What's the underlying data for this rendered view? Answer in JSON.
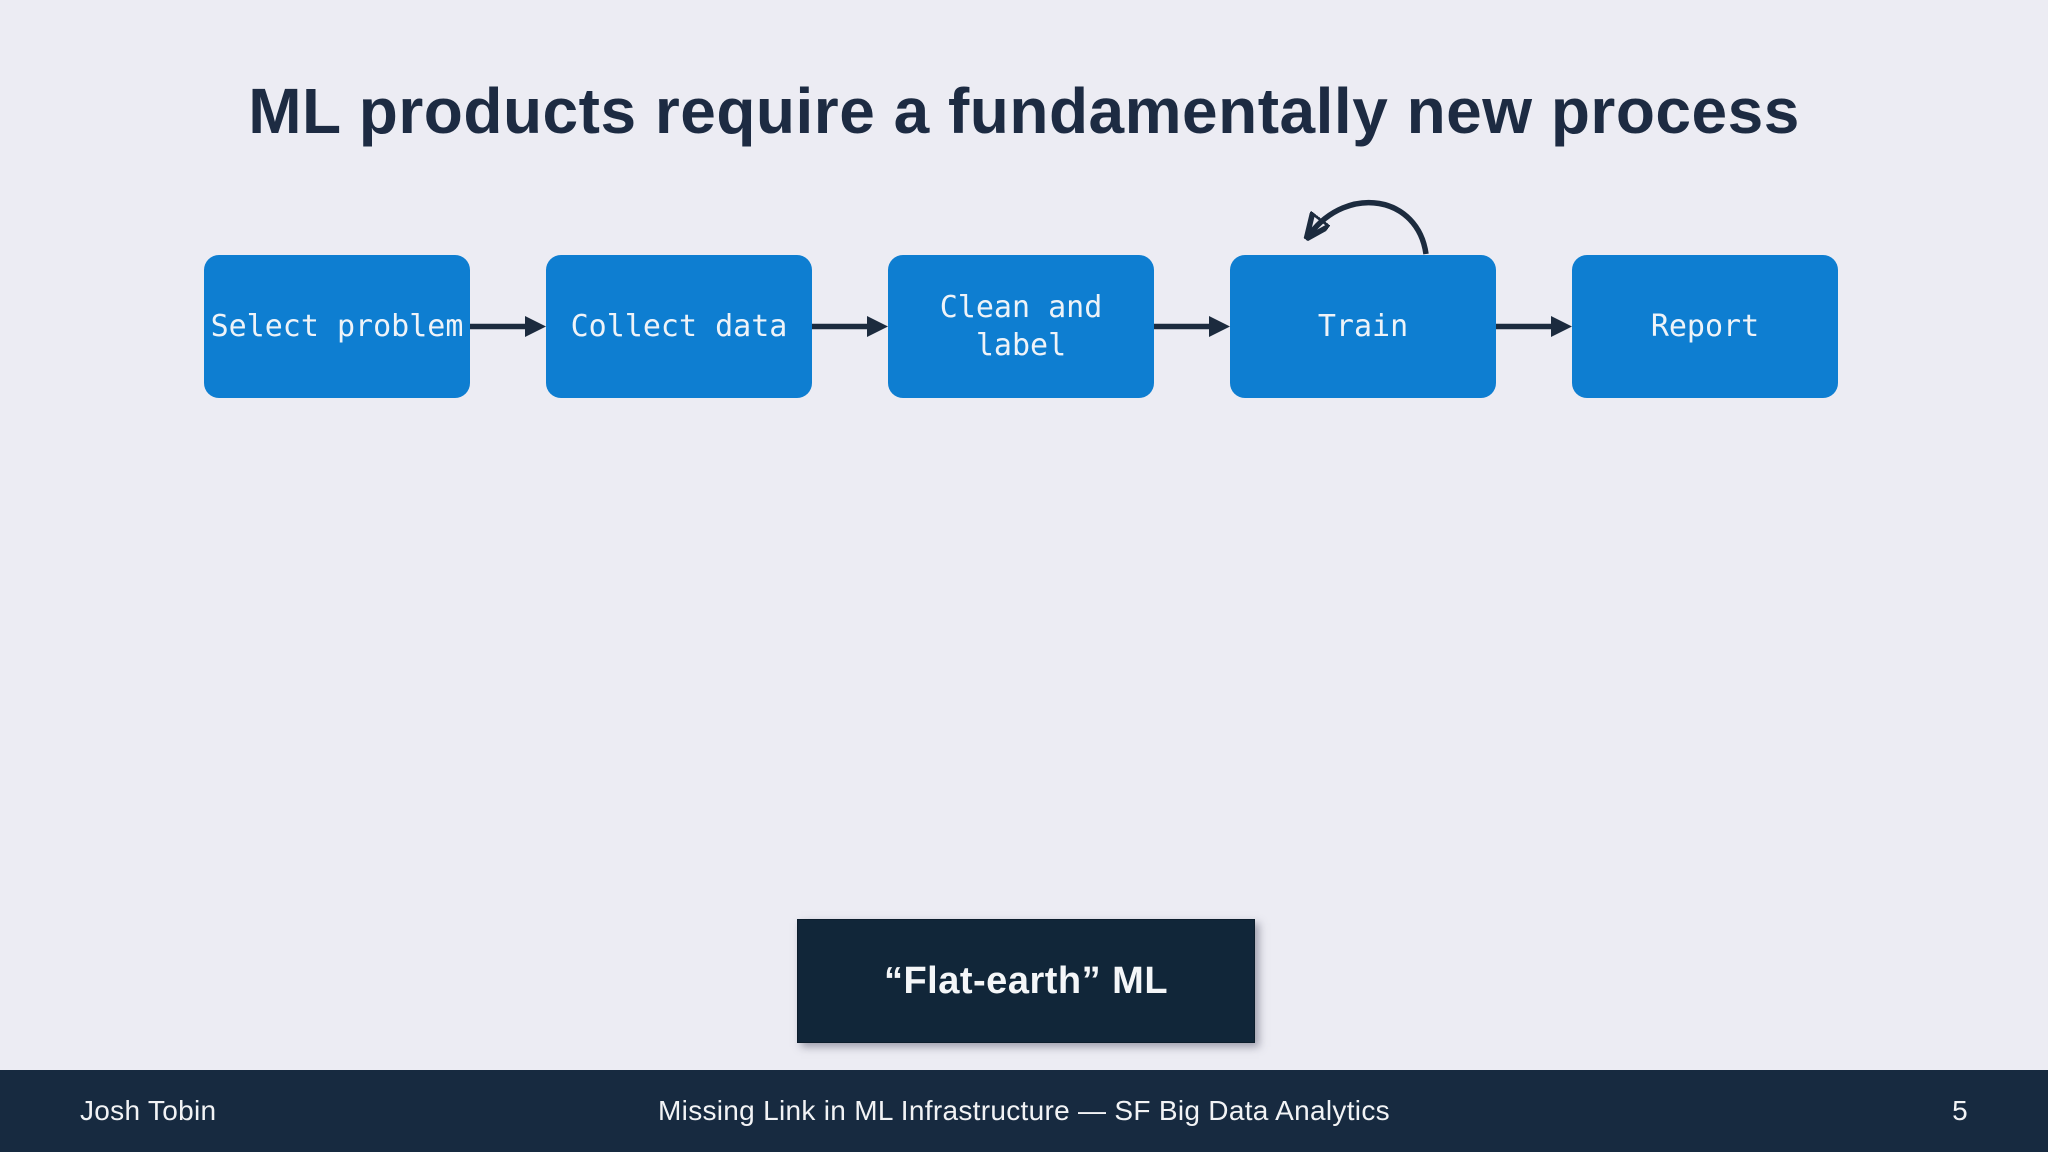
{
  "slide": {
    "title": "ML products require a fundamentally new process",
    "flow": {
      "steps": [
        {
          "label": "Select problem"
        },
        {
          "label": "Collect data"
        },
        {
          "label": "Clean and\nlabel"
        },
        {
          "label": "Train",
          "self_loop": true
        },
        {
          "label": "Report"
        }
      ]
    },
    "callout": {
      "label": "“Flat-earth” ML"
    },
    "footer": {
      "author": "Josh Tobin",
      "center": "Missing Link in ML Infrastructure — SF Big Data Analytics",
      "page_number": "5"
    },
    "colors": {
      "background": "#ececf3",
      "step_box": "#0e7ed1",
      "step_text": "#eef3f8",
      "arrow": "#1c2b3e",
      "title_text": "#1d2b42",
      "callout_bg": "#112639",
      "footer_bg": "#172a40",
      "footer_text": "#f2f3f5"
    }
  }
}
